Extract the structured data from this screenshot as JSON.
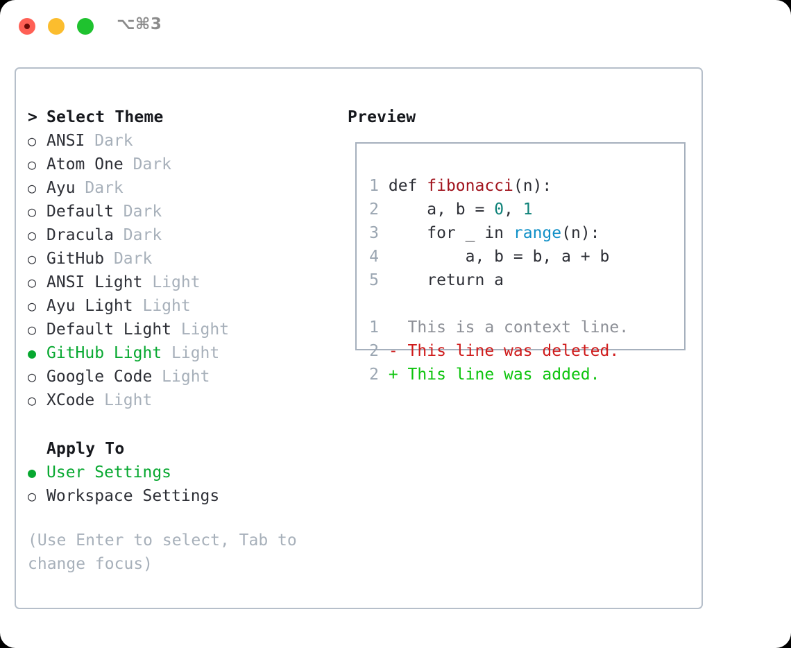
{
  "titlebar": {
    "shortcut": "⌥⌘3",
    "dots": [
      {
        "name": "close",
        "color": "#ff6055"
      },
      {
        "name": "minimize",
        "color": "#fbbd2e"
      },
      {
        "name": "zoom",
        "color": "#1fc22f"
      }
    ]
  },
  "theme_picker": {
    "heading": "Select Theme",
    "heading_marker": ">",
    "marker_unselected": "○",
    "marker_selected": "●",
    "items": [
      {
        "name": "ANSI",
        "category": "Dark",
        "selected": false
      },
      {
        "name": "Atom One",
        "category": "Dark",
        "selected": false
      },
      {
        "name": "Ayu",
        "category": "Dark",
        "selected": false
      },
      {
        "name": "Default",
        "category": "Dark",
        "selected": false
      },
      {
        "name": "Dracula",
        "category": "Dark",
        "selected": false
      },
      {
        "name": "GitHub",
        "category": "Dark",
        "selected": false
      },
      {
        "name": "ANSI Light",
        "category": "Light",
        "selected": false
      },
      {
        "name": "Ayu Light",
        "category": "Light",
        "selected": false
      },
      {
        "name": "Default Light",
        "category": "Light",
        "selected": false
      },
      {
        "name": "GitHub Light",
        "category": "Light",
        "selected": true
      },
      {
        "name": "Google Code",
        "category": "Light",
        "selected": false
      },
      {
        "name": "XCode",
        "category": "Light",
        "selected": false
      }
    ]
  },
  "apply_to": {
    "heading": "Apply To",
    "items": [
      {
        "name": "User Settings",
        "selected": true
      },
      {
        "name": "Workspace Settings",
        "selected": false
      }
    ]
  },
  "hint": "(Use Enter to select, Tab to change focus)",
  "preview": {
    "title": "Preview",
    "code_lines": [
      {
        "num": "1",
        "tokens": [
          {
            "t": "def ",
            "c": "c-plain"
          },
          {
            "t": "fibonacci",
            "c": "c-fn"
          },
          {
            "t": "(n):",
            "c": "c-plain"
          }
        ]
      },
      {
        "num": "2",
        "tokens": [
          {
            "t": "    a, b = ",
            "c": "c-plain"
          },
          {
            "t": "0",
            "c": "c-num"
          },
          {
            "t": ", ",
            "c": "c-plain"
          },
          {
            "t": "1",
            "c": "c-num"
          }
        ]
      },
      {
        "num": "3",
        "tokens": [
          {
            "t": "    for _ in ",
            "c": "c-plain"
          },
          {
            "t": "range",
            "c": "c-kw"
          },
          {
            "t": "(n):",
            "c": "c-plain"
          }
        ]
      },
      {
        "num": "4",
        "tokens": [
          {
            "t": "        a, b = b, a + b",
            "c": "c-plain"
          }
        ]
      },
      {
        "num": "5",
        "tokens": [
          {
            "t": "    return a",
            "c": "c-plain"
          }
        ]
      }
    ],
    "diff_lines": [
      {
        "num": "1",
        "tokens": [
          {
            "t": "  This is a context line.",
            "c": "c-ctx"
          }
        ]
      },
      {
        "num": "2",
        "tokens": [
          {
            "t": "- This line was deleted.",
            "c": "c-del"
          }
        ]
      },
      {
        "num": "2",
        "tokens": [
          {
            "t": "+ This line was added.",
            "c": "c-add"
          }
        ]
      }
    ]
  },
  "colors": {
    "accent_green": "#07a830",
    "muted_gray": "#a7b0ba",
    "text_dark": "#2d2f36",
    "border": "#b6bfca",
    "fn_red": "#a1131d",
    "num_teal": "#0d8178",
    "kw_blue": "#1090c7",
    "diff_del": "#cf1b1b",
    "diff_add": "#0ec40e"
  }
}
